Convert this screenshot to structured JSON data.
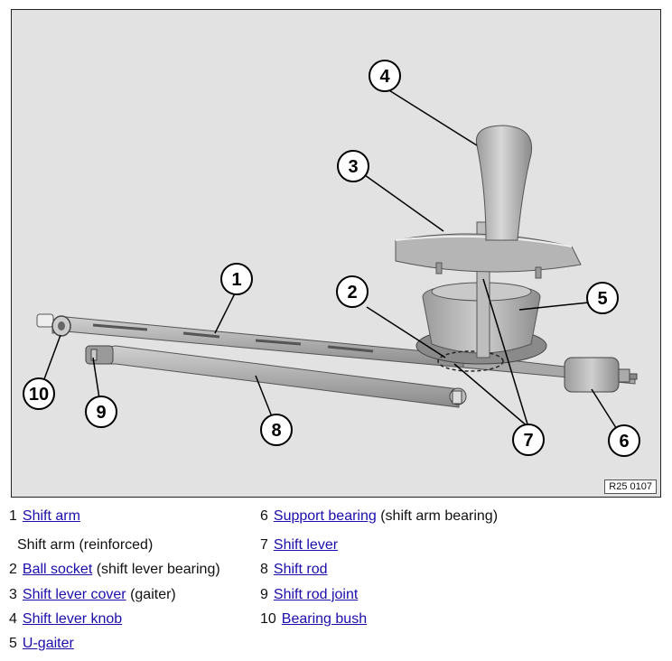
{
  "figure": {
    "ref_code": "R25 0107",
    "callouts": [
      "1",
      "2",
      "3",
      "4",
      "5",
      "6",
      "7",
      "8",
      "9",
      "10"
    ]
  },
  "legend": {
    "items": [
      {
        "num": "1",
        "link": "Shift arm",
        "note": ""
      },
      {
        "num": "",
        "link": "",
        "note": "Shift arm (reinforced)"
      },
      {
        "num": "2",
        "link": "Ball socket",
        "note": " (shift lever bearing)"
      },
      {
        "num": "3",
        "link": "Shift lever cover",
        "note": " (gaiter)"
      },
      {
        "num": "4",
        "link": "Shift lever knob",
        "note": ""
      },
      {
        "num": "5",
        "link": "U-gaiter",
        "note": ""
      },
      {
        "num": "6",
        "link": "Support bearing",
        "note": " (shift arm bearing)"
      },
      {
        "num": "7",
        "link": "Shift lever",
        "note": ""
      },
      {
        "num": "8",
        "link": "Shift rod",
        "note": ""
      },
      {
        "num": "9",
        "link": "Shift rod joint",
        "note": ""
      },
      {
        "num": "10",
        "link": "Bearing bush",
        "note": ""
      }
    ]
  }
}
